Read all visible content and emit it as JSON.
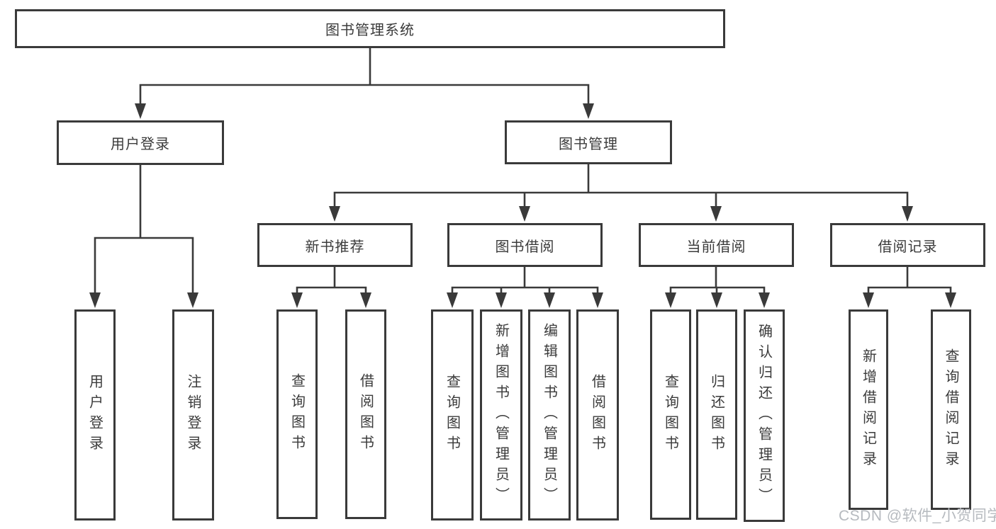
{
  "diagram": {
    "root": {
      "label": "图书管理系统"
    },
    "user_login": {
      "label": "用户登录",
      "leaves": [
        "用户登录",
        "注销登录"
      ]
    },
    "book_mgmt": {
      "label": "图书管理",
      "groups": [
        {
          "label": "新书推荐",
          "leaves": [
            "查询图书",
            "借阅图书"
          ]
        },
        {
          "label": "图书借阅",
          "leaves": [
            "查询图书",
            "新增图书（管理员）",
            "编辑图书（管理员）",
            "借阅图书"
          ]
        },
        {
          "label": "当前借阅",
          "leaves": [
            "查询图书",
            "归还图书",
            "确认归还（管理员）"
          ]
        },
        {
          "label": "借阅记录",
          "leaves": [
            "新增借阅记录",
            "查询借阅记录"
          ]
        }
      ]
    }
  },
  "watermark": {
    "text": "CSDN @软件_小贺同学"
  },
  "colors": {
    "line": "#3a3a3a",
    "text": "#3b3b3b",
    "watermark": "#b6babf",
    "background": "#ffffff"
  }
}
